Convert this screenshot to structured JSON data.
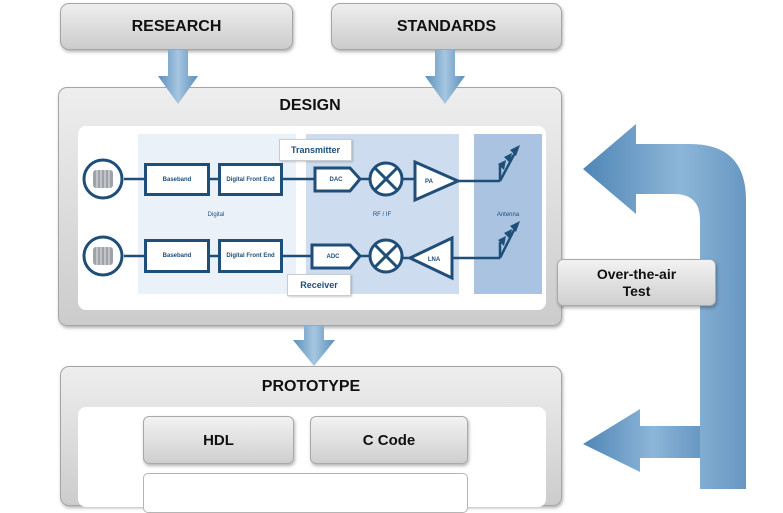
{
  "research": "RESEARCH",
  "standards": "STANDARDS",
  "design": {
    "title": "DESIGN",
    "transmitter": "Transmitter",
    "receiver": "Receiver",
    "zones": {
      "digital": "Digital",
      "rf": "RF / IF",
      "antenna": "Antenna"
    },
    "tx": {
      "baseband": "Baseband",
      "dfe": "Digital Front End",
      "dac": "DAC",
      "pa": "PA"
    },
    "rx": {
      "baseband": "Baseband",
      "dfe": "Digital Front End",
      "adc": "ADC",
      "lna": "LNA"
    }
  },
  "ota": "Over-the-air Test",
  "prototype": {
    "title": "PROTOTYPE",
    "hdl": "HDL",
    "ccode": "C Code"
  },
  "colors": {
    "arrow": "#6fa0c7",
    "dark_blue": "#1f4e79",
    "zone_digital": "#eaf1f9",
    "zone_rf": "#cddcee",
    "zone_antenna": "#a9c3e0"
  }
}
